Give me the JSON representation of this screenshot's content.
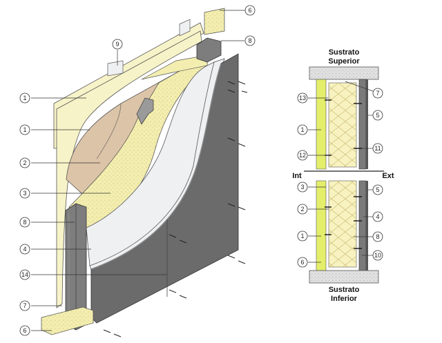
{
  "isometric_callouts": [
    {
      "number": "1"
    },
    {
      "number": "1"
    },
    {
      "number": "2"
    },
    {
      "number": "3"
    },
    {
      "number": "8"
    },
    {
      "number": "4"
    },
    {
      "number": "14"
    },
    {
      "number": "7"
    },
    {
      "number": "6"
    },
    {
      "number": "9"
    },
    {
      "number": "6"
    },
    {
      "number": "8"
    }
  ],
  "section": {
    "top_label_line1": "Sustrato",
    "top_label_line2": "Superior",
    "bottom_label_line1": "Sustrato",
    "bottom_label_line2": "Inferior",
    "interior_label": "Int",
    "exterior_label": "Ext",
    "left_callouts": [
      {
        "number": "13"
      },
      {
        "number": "1"
      },
      {
        "number": "12"
      },
      {
        "number": "3"
      },
      {
        "number": "2"
      },
      {
        "number": "1"
      },
      {
        "number": "6"
      }
    ],
    "right_callouts": [
      {
        "number": "7"
      },
      {
        "number": "5"
      },
      {
        "number": "11"
      },
      {
        "number": "5"
      },
      {
        "number": "4"
      },
      {
        "number": "8"
      },
      {
        "number": "10"
      }
    ]
  },
  "colors": {
    "gypsum": "#f7f3c8",
    "osb": "#dcc4a8",
    "insulation": "#f3eeb0",
    "membrane": "#eef0f2",
    "cladding": "#6b6b6b",
    "steel": "#7d7d7d",
    "green_board": "#e4ee6a"
  }
}
